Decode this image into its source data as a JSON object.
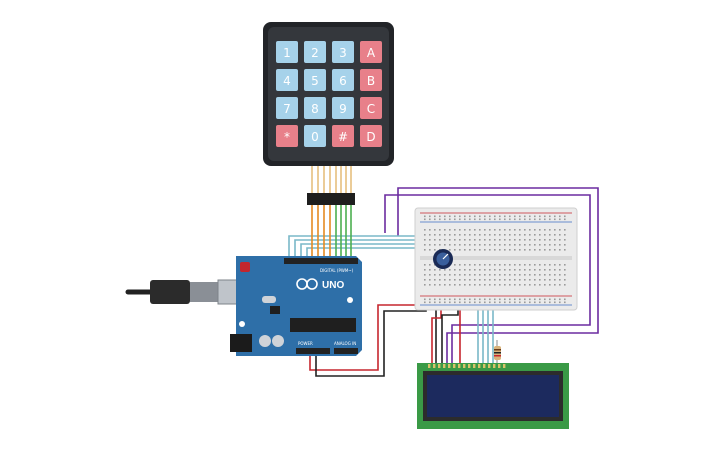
{
  "keypad": {
    "rows": [
      [
        {
          "label": "1",
          "color": "#a6d2ea"
        },
        {
          "label": "2",
          "color": "#a6d2ea"
        },
        {
          "label": "3",
          "color": "#a6d2ea"
        },
        {
          "label": "A",
          "color": "#e8808a"
        }
      ],
      [
        {
          "label": "4",
          "color": "#a6d2ea"
        },
        {
          "label": "5",
          "color": "#a6d2ea"
        },
        {
          "label": "6",
          "color": "#a6d2ea"
        },
        {
          "label": "B",
          "color": "#e8808a"
        }
      ],
      [
        {
          "label": "7",
          "color": "#a6d2ea"
        },
        {
          "label": "8",
          "color": "#a6d2ea"
        },
        {
          "label": "9",
          "color": "#a6d2ea"
        },
        {
          "label": "C",
          "color": "#e8808a"
        }
      ],
      [
        {
          "label": "*",
          "color": "#e8808a"
        },
        {
          "label": "0",
          "color": "#a6d2ea"
        },
        {
          "label": "#",
          "color": "#e8808a"
        },
        {
          "label": "D",
          "color": "#e8808a"
        }
      ]
    ]
  },
  "arduino": {
    "model_label": "UNO",
    "brand_logo": "infinity-logo",
    "digital_label": "DIGITAL (PWM~)",
    "power_label": "POWER",
    "analog_label": "ANALOG IN"
  },
  "colors": {
    "board": "#2e6fa8",
    "breadboard": "#ebebeb",
    "lcd_body": "#3a9a46",
    "lcd_screen": "#1c2a5e",
    "wire_purple": "#6c2ca0",
    "wire_teal": "#7ab8c8",
    "wire_red": "#c6262e",
    "wire_black": "#222222",
    "wire_orange": "#e58a22",
    "wire_green": "#4caf50"
  }
}
